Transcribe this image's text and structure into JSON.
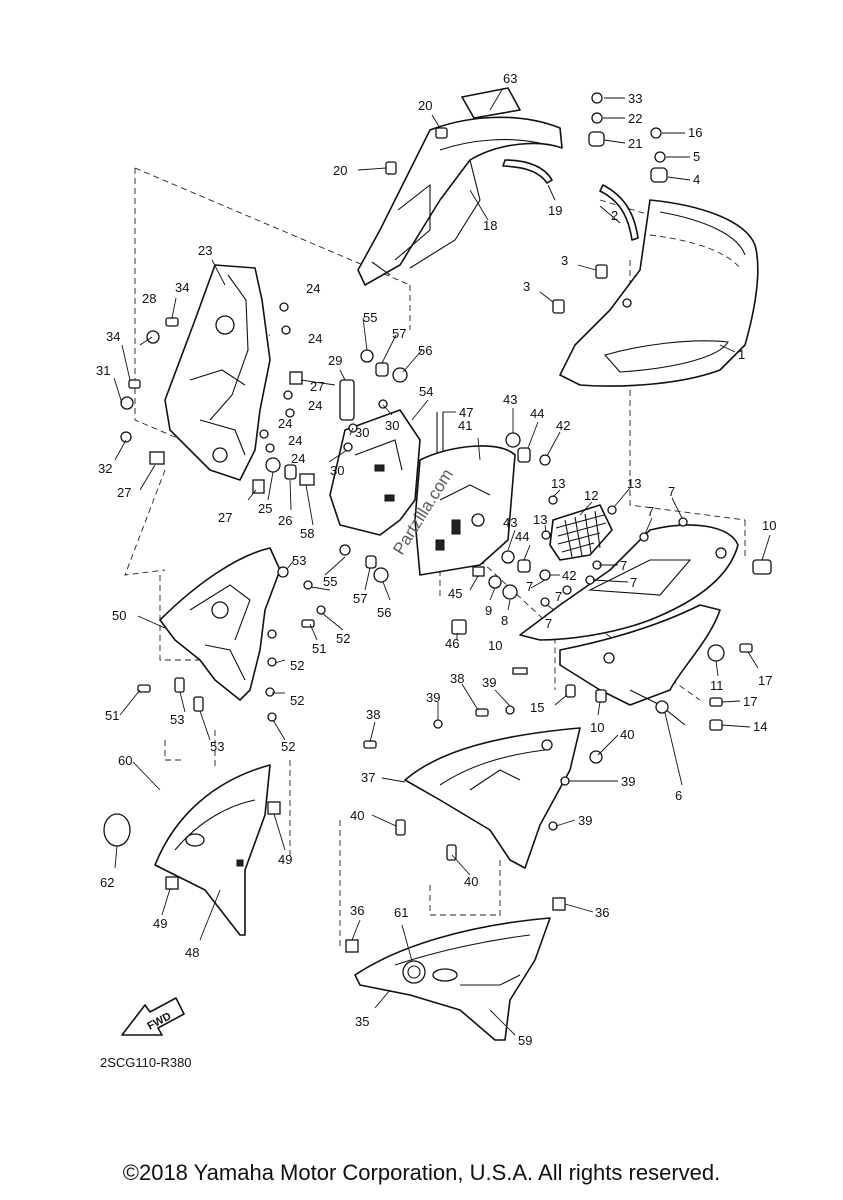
{
  "diagram": {
    "code": "2SCG110-R380",
    "fwd_label": "FWD",
    "watermark": "Partzilla.com",
    "copyright": "©2018 Yamaha Motor Corporation, U.S.A. All rights reserved.",
    "callouts": [
      {
        "id": 1,
        "label": "1"
      },
      {
        "id": 2,
        "label": "2"
      },
      {
        "id": 3,
        "label": "3"
      },
      {
        "id": 4,
        "label": "4"
      },
      {
        "id": 5,
        "label": "5"
      },
      {
        "id": 6,
        "label": "6"
      },
      {
        "id": 7,
        "label": "7"
      },
      {
        "id": 8,
        "label": "8"
      },
      {
        "id": 9,
        "label": "9"
      },
      {
        "id": 10,
        "label": "10"
      },
      {
        "id": 11,
        "label": "11"
      },
      {
        "id": 12,
        "label": "12"
      },
      {
        "id": 13,
        "label": "13"
      },
      {
        "id": 14,
        "label": "14"
      },
      {
        "id": 15,
        "label": "15"
      },
      {
        "id": 16,
        "label": "16"
      },
      {
        "id": 17,
        "label": "17"
      },
      {
        "id": 18,
        "label": "18"
      },
      {
        "id": 19,
        "label": "19"
      },
      {
        "id": 20,
        "label": "20"
      },
      {
        "id": 21,
        "label": "21"
      },
      {
        "id": 22,
        "label": "22"
      },
      {
        "id": 23,
        "label": "23"
      },
      {
        "id": 24,
        "label": "24"
      },
      {
        "id": 25,
        "label": "25"
      },
      {
        "id": 26,
        "label": "26"
      },
      {
        "id": 27,
        "label": "27"
      },
      {
        "id": 28,
        "label": "28"
      },
      {
        "id": 29,
        "label": "29"
      },
      {
        "id": 30,
        "label": "30"
      },
      {
        "id": 31,
        "label": "31"
      },
      {
        "id": 32,
        "label": "32"
      },
      {
        "id": 33,
        "label": "33"
      },
      {
        "id": 34,
        "label": "34"
      },
      {
        "id": 35,
        "label": "35"
      },
      {
        "id": 36,
        "label": "36"
      },
      {
        "id": 37,
        "label": "37"
      },
      {
        "id": 38,
        "label": "38"
      },
      {
        "id": 39,
        "label": "39"
      },
      {
        "id": 40,
        "label": "40"
      },
      {
        "id": 41,
        "label": "41"
      },
      {
        "id": 42,
        "label": "42"
      },
      {
        "id": 43,
        "label": "43"
      },
      {
        "id": 44,
        "label": "44"
      },
      {
        "id": 45,
        "label": "45"
      },
      {
        "id": 46,
        "label": "46"
      },
      {
        "id": 47,
        "label": "47"
      },
      {
        "id": 48,
        "label": "48"
      },
      {
        "id": 49,
        "label": "49"
      },
      {
        "id": 50,
        "label": "50"
      },
      {
        "id": 51,
        "label": "51"
      },
      {
        "id": 52,
        "label": "52"
      },
      {
        "id": 53,
        "label": "53"
      },
      {
        "id": 54,
        "label": "54"
      },
      {
        "id": 55,
        "label": "55"
      },
      {
        "id": 56,
        "label": "56"
      },
      {
        "id": 57,
        "label": "57"
      },
      {
        "id": 58,
        "label": "58"
      },
      {
        "id": 59,
        "label": "59"
      },
      {
        "id": 60,
        "label": "60"
      },
      {
        "id": 61,
        "label": "61"
      },
      {
        "id": 62,
        "label": "62"
      },
      {
        "id": 63,
        "label": "63"
      }
    ]
  }
}
